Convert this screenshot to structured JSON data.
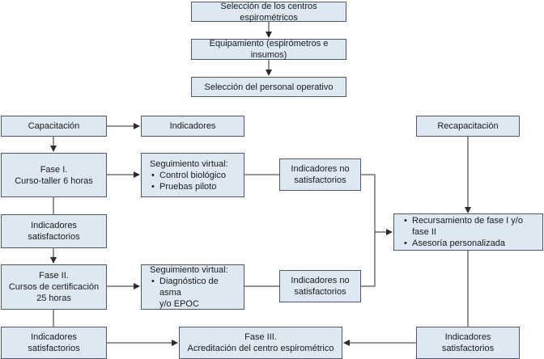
{
  "colors": {
    "box_fill": "#dde8f3",
    "border": "#4d5a66",
    "line": "#2b2b2b"
  },
  "top": {
    "seleccion_centros": "Selección de los centros espirométricos",
    "equipamiento": "Equipamiento (espirómetros e insumos)",
    "seleccion_personal": "Selección del personal operativo"
  },
  "capacitacion": "Capacitación",
  "indicadores": "Indicadores",
  "fase1": {
    "line1": "Fase I.",
    "line2": "Curso-taller 6 horas"
  },
  "seguimiento1": {
    "title": "Seguimiento virtual:",
    "items": [
      "Control biológico",
      "Pruebas piloto"
    ]
  },
  "ind_no_sat_1": {
    "line1": "Indicadores no",
    "line2": "satisfactorios"
  },
  "ind_sat_1": {
    "line1": "Indicadores",
    "line2": "satisfactorios"
  },
  "fase2": {
    "line1": "Fase II.",
    "line2": "Cursos de certificación",
    "line3": "25 horas"
  },
  "seguimiento2": {
    "title": "Seguimiento virtual:",
    "item_line1": "Diagnóstico de asma",
    "item_line2": "y/o EPOC"
  },
  "ind_no_sat_2": {
    "line1": "Indicadores no",
    "line2": "satisfactorios"
  },
  "ind_sat_bottom": "Indicadores satisfactorios",
  "fase3": {
    "line1": "Fase III.",
    "line2": "Acreditación del centro espirométrico"
  },
  "recapacitacion": "Recapacitación",
  "recursamiento": {
    "items": [
      "Recursamiento de fase I y/o fase II",
      "Asesoría personalizada"
    ]
  },
  "ind_sat_right": {
    "line1": "Indicadores",
    "line2": "satisfactorios"
  }
}
